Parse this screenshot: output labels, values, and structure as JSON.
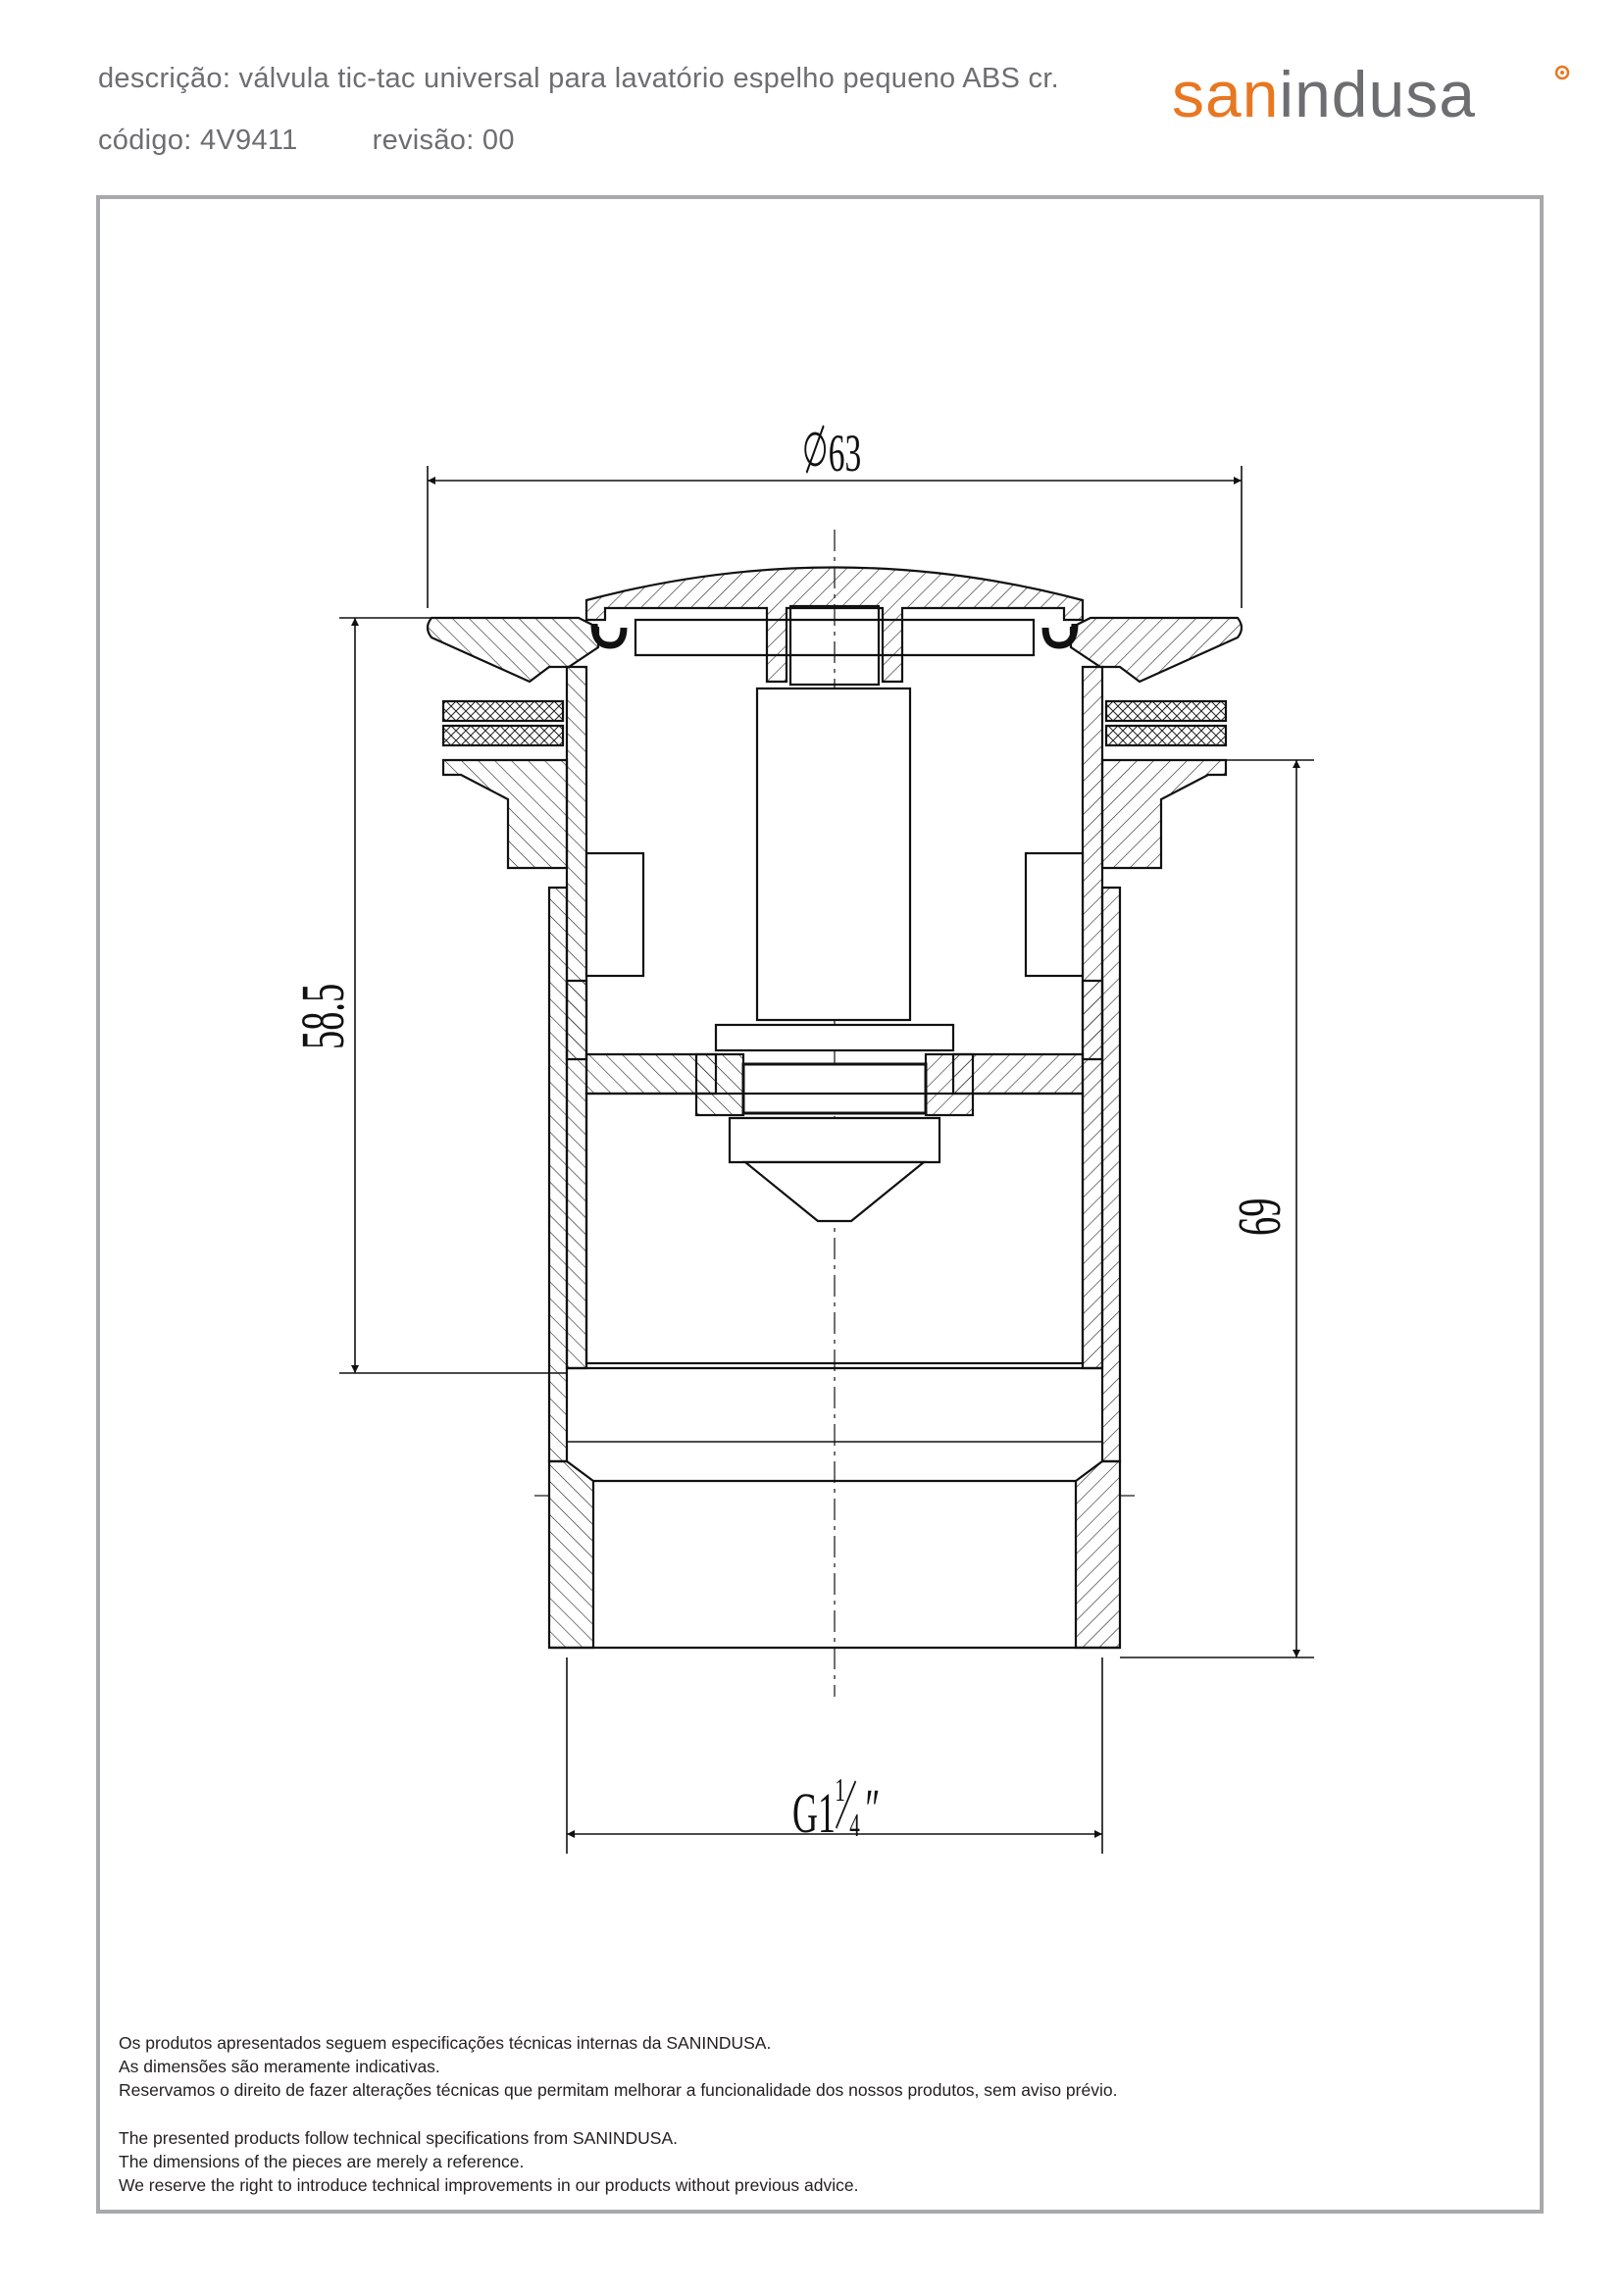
{
  "header": {
    "description": "descrição: válvula tic-tac universal para lavatório espelho pequeno ABS cr.",
    "code": "código: 4V9411",
    "revision": "revisão: 00"
  },
  "logo": {
    "part1": "san",
    "part2": "indusa",
    "accent_color": "#e87722",
    "text_color": "#6d6e71"
  },
  "drawing": {
    "dim_top_diameter": "63",
    "dim_height_left": "58.5",
    "dim_height_right": "69",
    "dim_thread": {
      "prefix": "G1",
      "num": "1",
      "den": "4",
      "suffix": "″"
    }
  },
  "notes": {
    "pt": [
      "Os produtos apresentados seguem especificações técnicas internas da SANINDUSA.",
      "As dimensões são meramente indicativas.",
      "Reservamos o direito de fazer alterações técnicas que permitam melhorar a funcionalidade dos nossos produtos, sem aviso prévio."
    ],
    "en": [
      "The presented products follow technical specifications from SANINDUSA.",
      "The dimensions of the pieces are merely a reference.",
      "We reserve the right to introduce technical improvements in our products without previous advice."
    ]
  }
}
